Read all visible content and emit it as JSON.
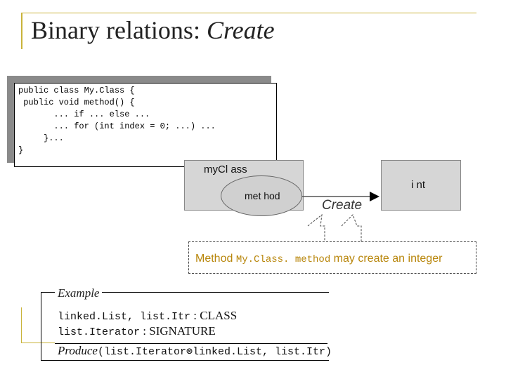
{
  "title": {
    "main": "Binary relations: ",
    "italic": "Create"
  },
  "code": {
    "lines": [
      "public class My.Class {",
      " public void method() {",
      "       ... if ... else ...",
      "       ... for (int index = 0; ...) ...",
      "     }...",
      "}"
    ]
  },
  "diagram": {
    "class_label": "myCl ass",
    "method_label": "met hod",
    "target_label": "i nt",
    "relation_label": "Create"
  },
  "callout": {
    "prefix": "Method ",
    "code": "My.Class. method",
    "suffix": " may create an integer"
  },
  "example": {
    "label": "Example",
    "line1_mono": "linked.List, list.Itr",
    "line1_tail": " : CLASS",
    "line2_mono": "list.Iterator",
    "line2_tail": " : SIGNATURE",
    "line3_italic": "Produce",
    "line3_mono": "(list.Iterator⊗linked.List, list.Itr)"
  },
  "colors": {
    "accent": "#c9b33a",
    "callout_text": "#b8860b",
    "box_fill": "#d6d6d6"
  }
}
